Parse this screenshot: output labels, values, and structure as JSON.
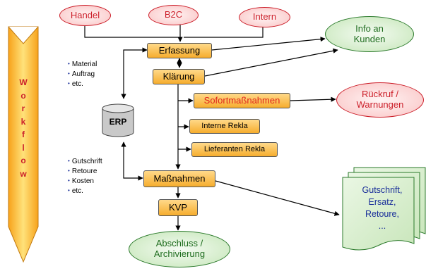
{
  "sidebar": {
    "workflow_label": "Workflow"
  },
  "sources": {
    "handel": "Handel",
    "b2c": "B2C",
    "intern": "Intern"
  },
  "outputs": {
    "info_kunden": "Info an\nKunden",
    "rueckruf": "Rückruf /\nWarnungen",
    "abschluss": "Abschluss /\nArchivierung"
  },
  "process": {
    "erfassung": "Erfassung",
    "klaerung": "Klärung",
    "sofortmassnahmen": "Sofortmaßnahmen",
    "interne_rekla": "Interne Rekla",
    "lieferanten_rekla": "Lieferanten Rekla",
    "massnahmen": "Maßnahmen",
    "kvp": "KVP"
  },
  "erp": {
    "label": "ERP"
  },
  "erp_inputs": [
    "Material",
    "Auftrag",
    "etc."
  ],
  "erp_outputs": [
    "Gutschrift",
    "Retoure",
    "Kosten",
    "etc."
  ],
  "documents": {
    "text": "Gutschrift,\nErsatz,\nRetoure,\n..."
  },
  "colors": {
    "red": "#cc1f2a",
    "green": "#2b7a2b",
    "box_fill": "#f6ad2e",
    "doc_fill": "#d9efce",
    "blue_text": "#1a2f9a"
  }
}
